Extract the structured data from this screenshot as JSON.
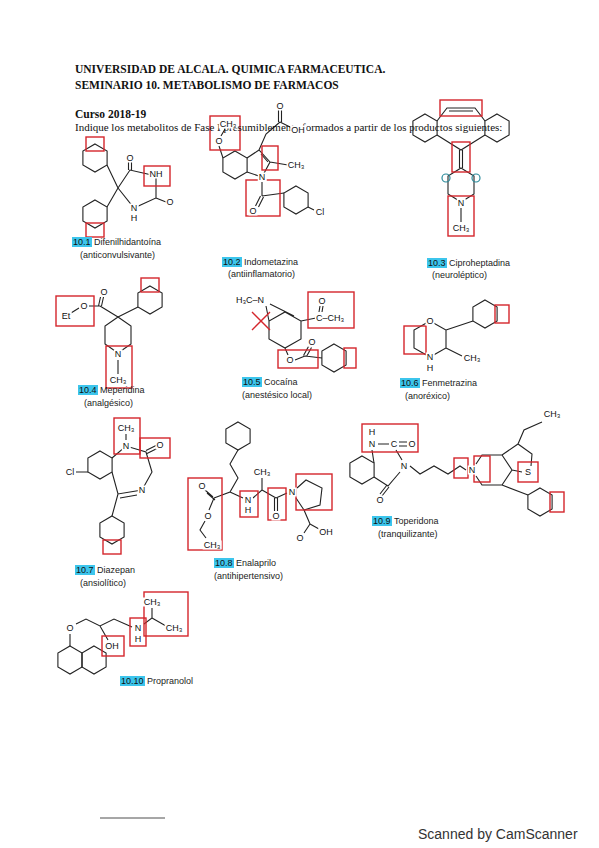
{
  "diagram": {
    "title": "UNIVERSIDAD DE ALCALA. QUIMICA FARMACEUTICA.",
    "labels": [
      "SEMINARIO 10. METABOLISMO DE FARMACOS",
      "Curso 2018-19",
      "Indique los metabolitos de Fase I presumiblemente formados a partir de los productos siguientes:",
      "10.1",
      "Difenilhidantoína",
      "(anticonvulsivante)",
      "O",
      "NH",
      "O",
      "N",
      "H",
      "10.2",
      "Indometazina",
      "(antiinflamatorio)",
      "CH₃",
      "O",
      "O",
      "OH",
      "CH₃",
      "N",
      "O",
      "Cl",
      "10.3",
      "Ciproheptadina",
      "(neuroléptico)",
      "N",
      "CH₃",
      "10.4",
      "Meperidina",
      "(analgésico)",
      "Et",
      "O",
      "O",
      "N",
      "CH₃",
      "10.5",
      "Cocaína",
      "(anestésico local)",
      "H₃C–N",
      "O",
      "C–CH₃",
      "O",
      "O",
      "10.6",
      "Fenmetrazina",
      "(anoréxico)",
      "O",
      "N",
      "H",
      "CH₃",
      "10.7",
      "Diazepan",
      "(ansiolítico)",
      "CH₃",
      "N",
      "O",
      "N",
      "Cl",
      "10.8",
      "Enalaprilo",
      "(antihipertensivo)",
      "O",
      "O",
      "CH₃",
      "N",
      "H",
      "CH₃",
      "O",
      "N",
      "O",
      "OH",
      "10.9",
      "Toperidona",
      "(tranquilizante)",
      "H",
      "N",
      "C",
      "O",
      "O",
      "N",
      "N",
      "S",
      "CH₃",
      "10.10",
      "Propranolol",
      "O",
      "OH",
      "N",
      "H",
      "CH₃",
      "CH₃",
      "Scanned by CamScanner"
    ]
  }
}
